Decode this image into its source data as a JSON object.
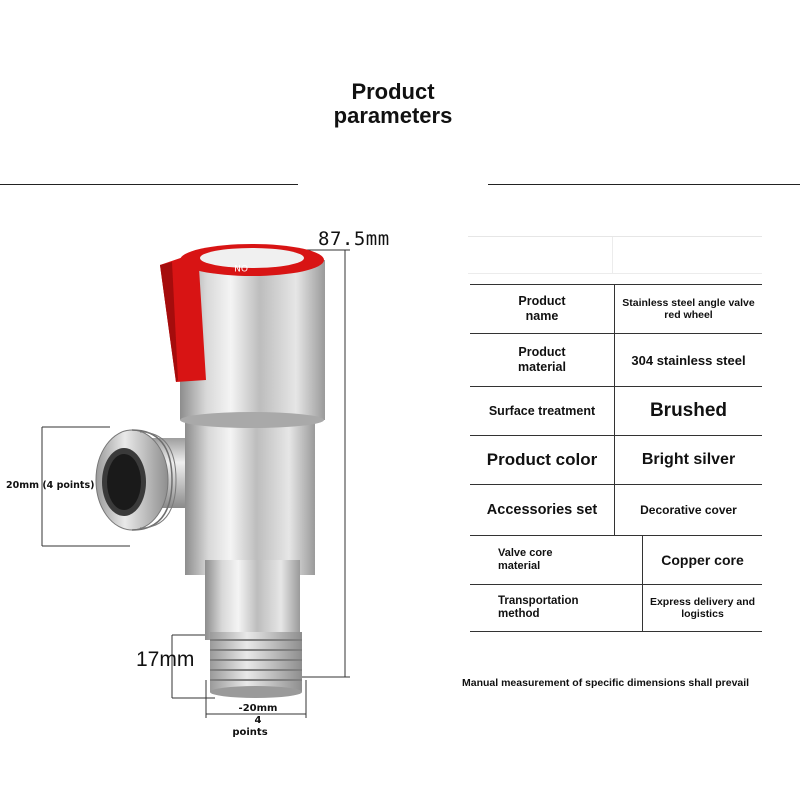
{
  "header": {
    "title_line1": "Product",
    "title_line2": "parameters"
  },
  "dimensions": {
    "height": "87.5mm",
    "side_outlet": "20mm (4 points)",
    "thread_length": "17mm",
    "bottom_size": "-20mm",
    "bottom_points_1": "4",
    "bottom_points_2": "points"
  },
  "product_image": {
    "handle_color": "#d81414",
    "dial_label": "ON",
    "body_color": "#c9c9c9"
  },
  "parameters": [
    {
      "label": "Product\nname",
      "value": "Stainless steel angle valve red wheel"
    },
    {
      "label": "Product\nmaterial",
      "value": "304 stainless steel"
    },
    {
      "label": "Surface treatment",
      "value": "Brushed"
    },
    {
      "label": "Product color",
      "value": "Bright silver"
    },
    {
      "label": "Accessories set",
      "value": "Decorative cover"
    },
    {
      "label": "Valve core\nmaterial",
      "value": "Copper core"
    },
    {
      "label": "Transportation\nmethod",
      "value": "Express delivery and logistics"
    }
  ],
  "note": "Manual measurement of specific dimensions shall prevail"
}
